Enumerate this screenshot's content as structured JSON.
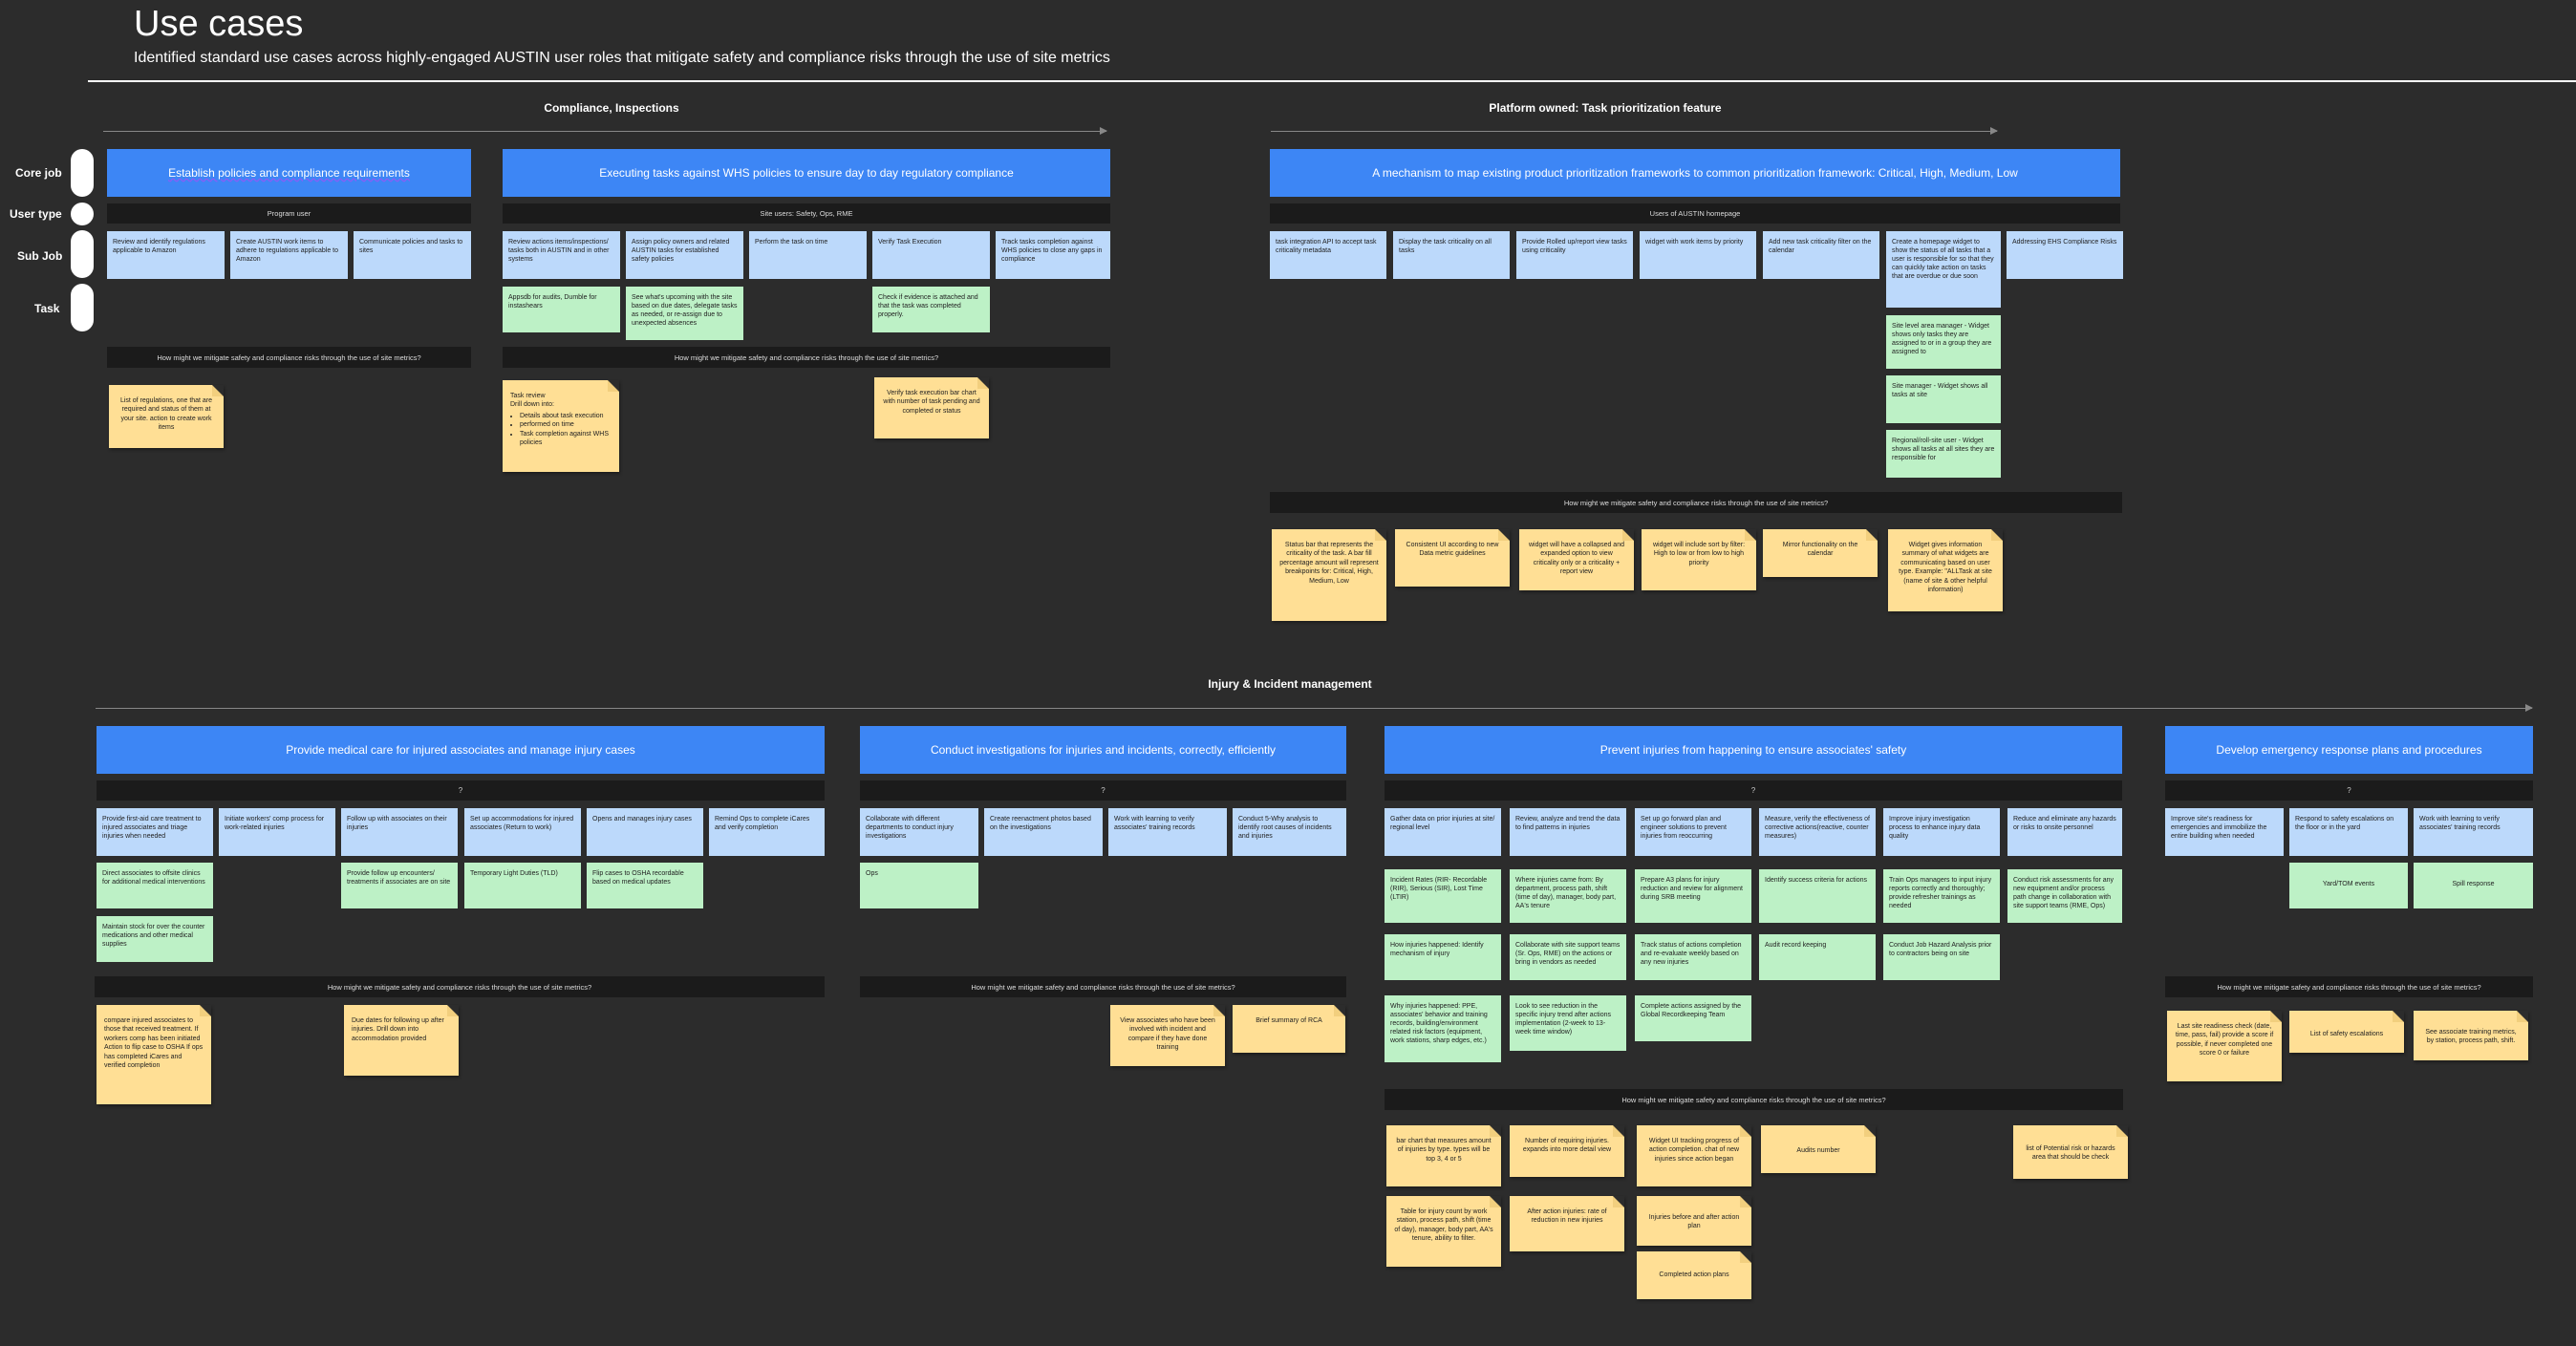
{
  "header": {
    "title": "Use cases",
    "subtitle": "Identified standard use cases across highly-engaged AUSTIN user roles that mitigate safety and compliance risks through the use of site metrics"
  },
  "row_labels": [
    "Core job",
    "User type",
    "Sub Job",
    "Task"
  ],
  "hmw": "How might we mitigate safety and compliance risks through the use of site metrics?",
  "sections": {
    "compliance": "Compliance, Inspections",
    "platform": "Platform owned: Task prioritization feature",
    "injury": "Injury & Incident management"
  },
  "cores": {
    "c1": "Establish policies and compliance requirements",
    "c2": "Executing tasks against WHS policies to ensure day to day regulatory compliance",
    "c3": "A mechanism to map existing product prioritization frameworks to common prioritization framework: Critical, High, Medium, Low",
    "c4": "Provide medical care for injured associates and manage injury cases",
    "c5": "Conduct investigations for injuries and incidents, correctly, efficiently",
    "c6": "Prevent injuries from happening to ensure associates' safety",
    "c7": "Develop emergency response plans and procedures"
  },
  "user_types": {
    "u1": "Program user",
    "u2": "Site users: Safety, Ops, RME",
    "u3": "Users of AUSTIN homepage",
    "chevron": "?"
  },
  "subjobs": {
    "s1": [
      "Review and identify regulations applicable to Amazon",
      "Create AUSTIN work items to adhere to regulations applicable to Amazon",
      "Communicate policies and tasks to sites"
    ],
    "s2": [
      "Review actions items/inspections/ tasks both in AUSTIN and in other systems",
      "Assign policy owners and related AUSTIN tasks for established safety policies",
      "Perform the task on time",
      "Verify Task Execution",
      "Track tasks completion against WHS policies to close any gaps in compliance"
    ],
    "s3": [
      "task integration API to accept task criticality metadata",
      "Display the task criticality on all tasks",
      "Provide Rolled up/report view tasks using criticality",
      "widget with work items by priority",
      "Add new task criticality filter on the calendar",
      "Create a homepage widget to show the status of all tasks that a user is responsible for so that they can quickly take action on tasks that are overdue or due soon",
      "Addressing EHS Compliance Risks"
    ],
    "s4": [
      "Provide first-aid care treatment to injured associates and triage injuries when needed",
      "Initiate workers' comp process for work-related injuries",
      "Follow up with associates on their injuries",
      "Set up accommodations for injured associates (Return to work)",
      "Opens and manages injury cases",
      "Remind Ops to complete iCares and verify completion"
    ],
    "s5": [
      "Collaborate with different departments to conduct injury investigations",
      "Create reenactment photos based on the investigations",
      "Work with learning to verify associates' training records",
      "Conduct 5-Why analysis to identify root causes of incidents and injuries"
    ],
    "s6": [
      "Gather data on prior injuries at site/ regional level",
      "Review, analyze and trend the data to find patterns in injuries",
      "Set up go forward plan and engineer solutions to prevent injuries from reoccurring",
      "Measure, verify the effectiveness of corrective actions(reactive, counter measures)",
      "Improve injury investigation process to enhance injury data quality",
      "Reduce and eliminate any hazards or risks to onsite personnel"
    ],
    "s7": [
      "Improve site's readiness for emergencies and immobilize the entire building when needed",
      "Respond to safety escalations on the floor or in the yard",
      "Work with learning to verify associates' training records"
    ]
  },
  "tasks": {
    "t2": [
      "Appsdb for audits, Dumble for instashears",
      "See what's upcoming with the site based on due dates, delegate tasks as needed, or re-assign due to unexpected absences",
      "Check if evidence is attached and that the task was completed properly."
    ],
    "t3": [
      "Site level area manager - Widget shows only tasks they are assigned to or in a group they are assigned to",
      "Site manager - Widget shows all tasks at site",
      "Regional/roll-site user - Widget shows all tasks at all sites they are responsible for"
    ],
    "t4": [
      "Direct associates to offsite clinics for additional medical interventions",
      "Provide follow up encounters/ treatments if associates are on site",
      "Temporary Light Duties (TLD)",
      "Flip cases to OSHA recordable based on medical updates",
      "Maintain stock for over the counter medications and other medical supplies"
    ],
    "t5": [
      "Ops"
    ],
    "t6": [
      "Incident Rates (RIR- Recordable (RIR), Serious (SIR), Lost Time (LTIR)",
      "Where injuries came from: By department, process path, shift (time of day), manager, body part, AA's tenure",
      "Prepare A3 plans for injury reduction and review for alignment during SRB meeting",
      "Identify success criteria for actions",
      "Train Ops managers to input injury reports correctly and thoroughly; provide refresher trainings as needed",
      "Conduct risk assessments for any new equipment and/or process path change in collaboration with site support teams (RME, Ops)",
      "How injuries happened: Identify mechanism of injury",
      "Collaborate with site support teams (Sr. Ops, RME) on the actions or bring in vendors as needed",
      "Track status of actions completion and re-evaluate weekly based on any new injuries",
      "Audit record keeping",
      "Conduct Job Hazard Analysis prior to contractors being on site",
      "Why injuries happened: PPE, associates' behavior and training records, building/environment related risk factors (equipment, work stations, sharp edges, etc.)",
      "Look to see reduction in the specific injury trend after actions implementation (2-week to 13-week time window)",
      "Complete actions assigned by the Global Recordkeeping Team"
    ],
    "t7": [
      "Yard/TOM events",
      "Spill response"
    ]
  },
  "stickies": {
    "k1": "List of regulations, one that are required and status of them at your site. action to create work items",
    "k2_title": "Task review",
    "k2_sub": "Drill down into:",
    "k2_items": [
      "Details about task execution",
      "performed on time",
      "Task completion against WHS policies"
    ],
    "k3": "Verify task execution bar chart with number of task pending and completed or status",
    "k4": "Status bar that represents the criticality of the task. A bar fill percentage amount will represent breakpoints for: Critical, High, Medium, Low",
    "k5": "Consistent UI according to new Data metric guidelines",
    "k6": "widget will have a collapsed and expanded option to view criticality only or a criticality + report view",
    "k7": "widget will include sort by filter: High to low or from low to high priority",
    "k8": "Mirror functionality on the calendar",
    "k9": "Widget gives information summary of what widgets are communicating based on user type. Example: \"ALLTask at site (name of site & other helpful information)",
    "k10": "compare injured associates to those that received treatment. If workers comp has been initiated Action to flip case to OSHA If ops has completed iCares and verified completion",
    "k11": "Due dates for following up after injuries. Drill down into accommodation provided",
    "k12": "View associates who have been involved with incident and compare if they have done training",
    "k13": "Brief summary of RCA",
    "k14": "bar chart that measures amount of injuries by type. types will be top 3, 4 or 5",
    "k15": "Number of requiring injuries. expands into more detail view",
    "k16": "Widget UI tracking progress of action completion. chat of new injuries since action began",
    "k17": "Audits number",
    "k18": "list of Potential risk or hazards area that should be check",
    "k19": "Table for injury count by work station, process path, shift (time of day), manager, body part, AA's tenure, ability to filter.",
    "k20": "After action injuries: rate of reduction in new injuries",
    "k21": "Injuries before and after action plan",
    "k22": "Completed action plans",
    "k23": "Last site readiness check (date, time, pass, fail) provide a score if possible, if never completed one score 0 or failure",
    "k24": "List of safety escalations",
    "k25": "See associate training metrics, by station, process path, shift."
  }
}
